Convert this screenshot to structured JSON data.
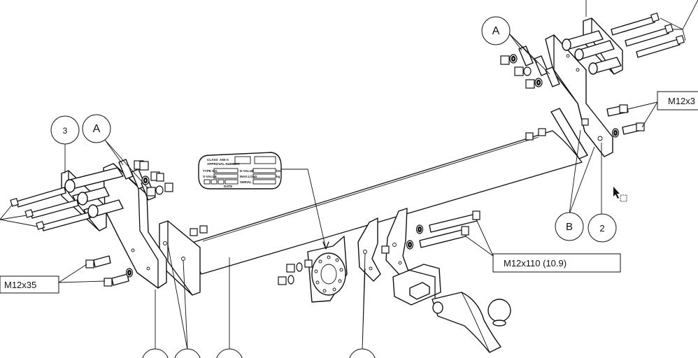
{
  "callouts": {
    "ref_a_left": "A",
    "ref_a_right": "A",
    "ref_b": "B",
    "ref_2": "2",
    "ref_3": "3"
  },
  "bolt_labels": {
    "m12x35": "M12x35",
    "m12x110": "M12x110 (10.9)",
    "m12x3_cut": "M12x3"
  },
  "approval_plate": {
    "class_text": "CLASS",
    "class_value": "A50-X",
    "approval_number": "APPROVAL NUMBER",
    "type_no": "TYPE NO.",
    "d_value": "D-VALUE",
    "d_value_unit": "kN",
    "s_value": "S-VALUE",
    "max_load": "MAX.LOAD",
    "max_load_unit": "kg",
    "serial": "SERIAL",
    "date": "DATE"
  }
}
